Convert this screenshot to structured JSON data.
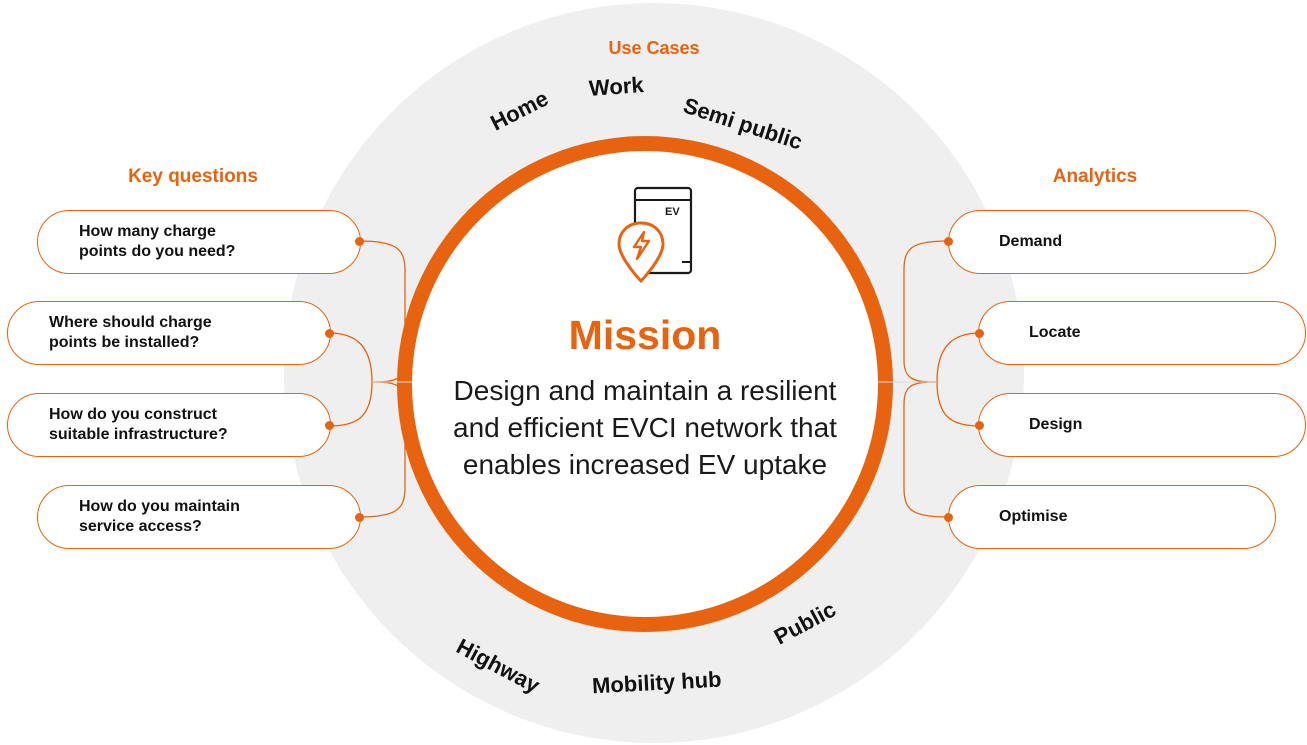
{
  "use_cases": {
    "title": "Use Cases",
    "top": [
      "Home",
      "Work",
      "Semi public"
    ],
    "bottom": [
      "Highway",
      "Mobility hub",
      "Public"
    ]
  },
  "key_questions": {
    "title": "Key questions",
    "items": [
      "How many charge\npoints do you need?",
      "Where should charge\npoints be installed?",
      "How do you construct\nsuitable infrastructure?",
      "How do you maintain\nservice access?"
    ]
  },
  "analytics": {
    "title": "Analytics",
    "items": [
      "Demand",
      "Locate",
      "Design",
      "Optimise"
    ]
  },
  "mission": {
    "icon_label": "EV",
    "title": "Mission",
    "text": "Design and maintain a resilient and efficient EVCI network that enables increased EV uptake"
  },
  "colors": {
    "accent": "#e8630f",
    "ring": "#efefef",
    "text": "#111111"
  },
  "icons": {
    "mission": "ev-charger-location-icon"
  }
}
